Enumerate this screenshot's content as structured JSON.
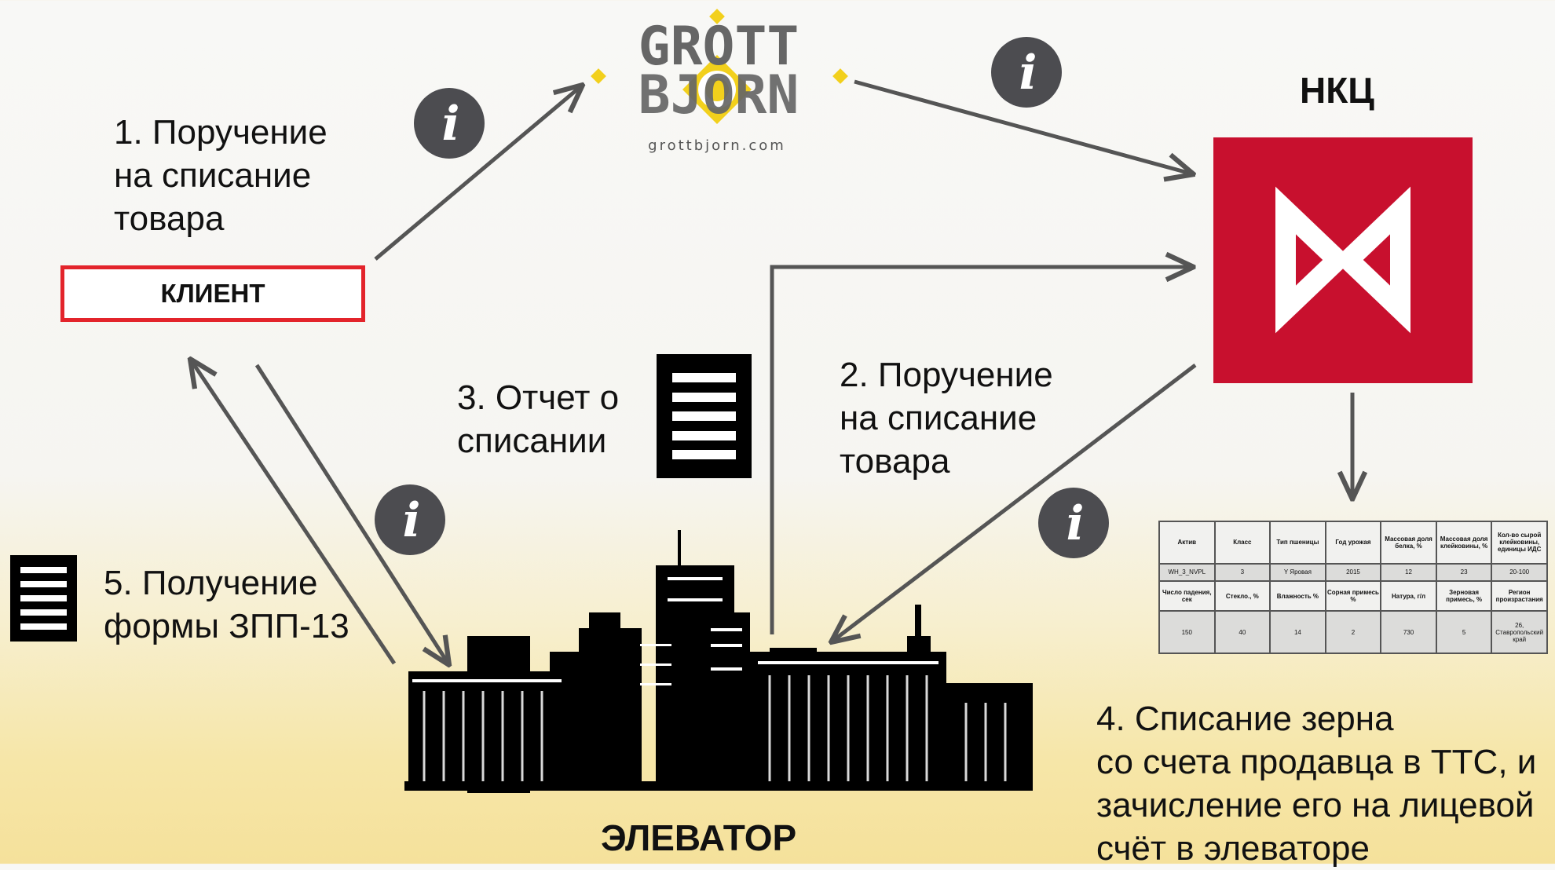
{
  "steps": {
    "step1": [
      "1.  Поручение",
      "на списание",
      "товара"
    ],
    "step2": [
      "2. Поручение",
      "на списание",
      "товара"
    ],
    "step3": [
      "3. Отчет о",
      "списании"
    ],
    "step4": [
      "4. Списание зерна",
      "со счета продавца в ТТС, и",
      "зачисление его на лицевой",
      "счёт в элеваторе"
    ],
    "step5": [
      "5. Получение",
      "формы ЗПП-13"
    ]
  },
  "nodes": {
    "client": "КЛИЕНТ",
    "nkc": "НКЦ",
    "elevator": "ЭЛЕВАТОР",
    "grottbjorn": {
      "line1": "GROTT",
      "line2": "BJORN",
      "site": "grottbjorn.com"
    }
  },
  "icons": {
    "info": "i",
    "info_icon": "info-icon",
    "document_icon": "document-icon",
    "nkc_logo": "moex-logo",
    "elevator": "grain-elevator-silhouette"
  },
  "colors": {
    "client_border": "#e3242b",
    "nkc_red": "#c8102e",
    "info_gray": "#4c4c50",
    "arrow_gray": "#555555",
    "grott_gray": "#666666",
    "grott_yellow": "#f2d01c"
  },
  "table": {
    "header1": [
      "Актив",
      "Класс",
      "Тип пшеницы",
      "Год урожая",
      "Массовая доля белка, %",
      "Массовая доля клейковины, %",
      "Кол-во сырой клейковины, единицы ИДС"
    ],
    "row1": [
      "WH_3_NVPL",
      "3",
      "Y Яровая",
      "2015",
      "12",
      "23",
      "20-100"
    ],
    "header2": [
      "Число падения, сек",
      "Стекло., %",
      "Влажность %",
      "Сорная примесь %",
      "Натура, г/л",
      "Зерновая примесь, %",
      "Регион произрастания"
    ],
    "row2": [
      "150",
      "40",
      "14",
      "2",
      "730",
      "5",
      "26, Ставропольский край"
    ]
  }
}
